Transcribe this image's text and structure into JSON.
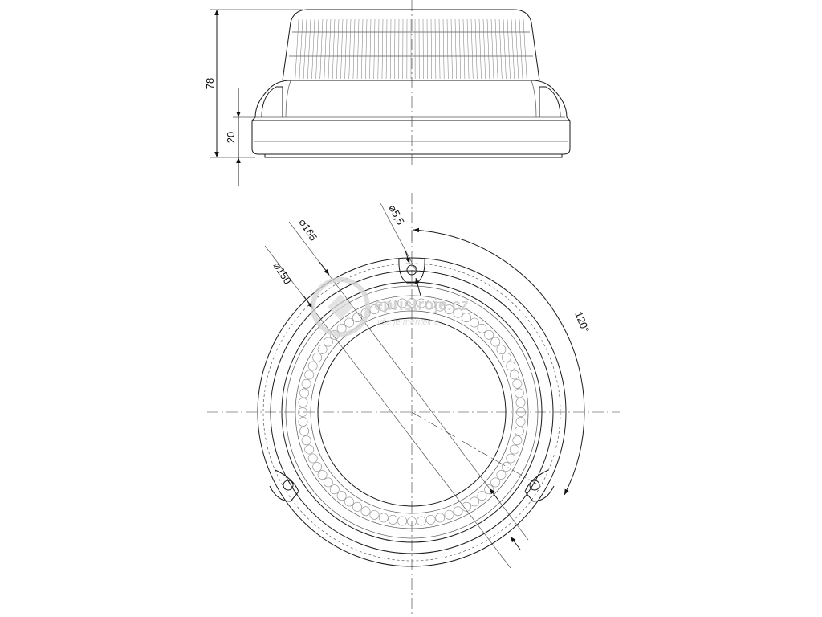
{
  "side_view": {
    "height_total": "78",
    "height_base": "20"
  },
  "top_view": {
    "dia_outer": "⌀165",
    "dia_inner": "⌀150",
    "dia_hole": "⌀5,5",
    "angle": "120°"
  },
  "watermark": {
    "brand": "epristroje.cz",
    "slogan": "vše je měřitelné"
  }
}
